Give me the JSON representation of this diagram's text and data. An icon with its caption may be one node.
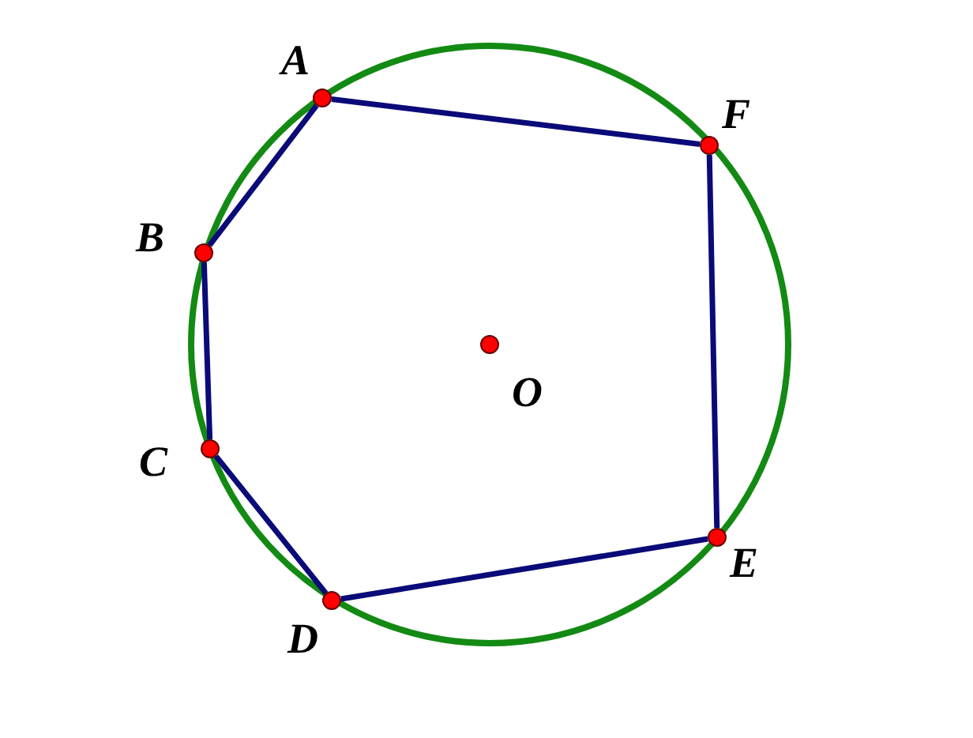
{
  "diagram": {
    "nodes": [
      {
        "text": [
          "A"
        ]
      },
      {
        "text": [
          "B"
        ]
      },
      {
        "text": [
          "C"
        ]
      },
      {
        "text": [
          "D"
        ]
      },
      {
        "text": [
          "E"
        ]
      },
      {
        "text": [
          "F"
        ]
      },
      {
        "text": [
          "O"
        ]
      }
    ],
    "edges": [
      {
        "from": 0,
        "to": 5,
        "arrow": "none"
      },
      {
        "from": 5,
        "to": 4,
        "arrow": "none"
      },
      {
        "from": 4,
        "to": 3,
        "arrow": "none"
      },
      {
        "from": 3,
        "to": 2,
        "arrow": "none"
      },
      {
        "from": 2,
        "to": 1,
        "arrow": "none"
      },
      {
        "from": 1,
        "to": 0,
        "arrow": "none"
      }
    ]
  }
}
